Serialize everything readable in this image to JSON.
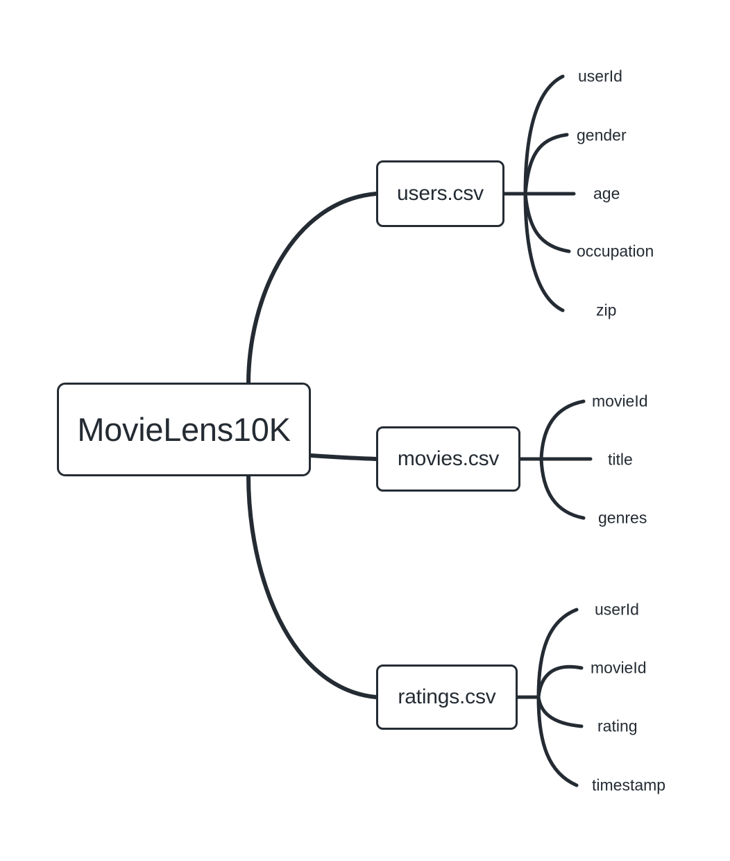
{
  "diagram": {
    "type": "mindmap",
    "title": "MovieLens10K dataset mindmap",
    "colors": {
      "stroke": "#242b33",
      "node_fill": "#ffffff",
      "text": "#242b33",
      "background": "#ffffff"
    },
    "root": {
      "label": "MovieLens10K"
    },
    "branches": [
      {
        "label": "users.csv",
        "leaves": [
          {
            "label": "userId"
          },
          {
            "label": "gender"
          },
          {
            "label": "age"
          },
          {
            "label": "occupation"
          },
          {
            "label": "zip"
          }
        ]
      },
      {
        "label": "movies.csv",
        "leaves": [
          {
            "label": "movieId"
          },
          {
            "label": "title"
          },
          {
            "label": "genres"
          }
        ]
      },
      {
        "label": "ratings.csv",
        "leaves": [
          {
            "label": "userId"
          },
          {
            "label": "movieId"
          },
          {
            "label": "rating"
          },
          {
            "label": "timestamp"
          }
        ]
      }
    ]
  }
}
